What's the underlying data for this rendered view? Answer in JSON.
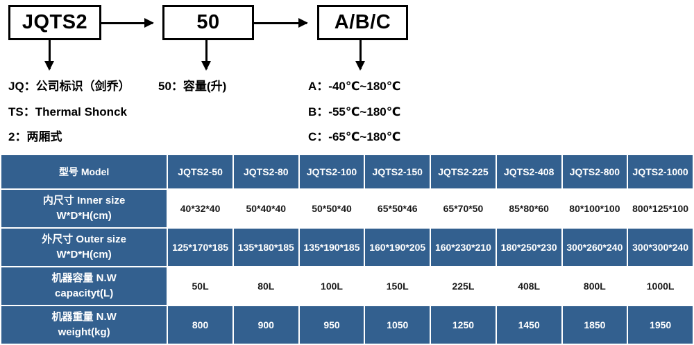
{
  "diagram": {
    "boxes": [
      {
        "name": "model-prefix",
        "label": "JQTS2"
      },
      {
        "name": "capacity",
        "label": "50"
      },
      {
        "name": "temp-grade",
        "label": "A/B/C"
      }
    ],
    "legend": {
      "jq": "JQ：公司标识（剑乔）",
      "ts": "TS：Thermal Shonck",
      "two": "2：两厢式",
      "capacity": "50：容量(升)",
      "grade_a": "A：-40℃~180℃",
      "grade_b": "B：-55℃~180℃",
      "grade_c": "C：-65℃~180℃"
    }
  },
  "table": {
    "header_label": "型号 Model",
    "models": [
      "JQTS2-50",
      "JQTS2-80",
      "JQTS2-100",
      "JQTS2-150",
      "JQTS2-225",
      "JQTS2-408",
      "JQTS2-800",
      "JQTS2-1000"
    ],
    "rows": [
      {
        "name": "inner-size",
        "label_line1": "内尺寸 Inner size",
        "label_line2": "W*D*H(cm)",
        "style": "white",
        "values": [
          "40*32*40",
          "50*40*40",
          "50*50*40",
          "65*50*46",
          "65*70*50",
          "85*80*60",
          "80*100*100",
          "800*125*100"
        ]
      },
      {
        "name": "outer-size",
        "label_line1": "外尺寸 Outer size",
        "label_line2": "W*D*H(cm)",
        "style": "blue",
        "values": [
          "125*170*185",
          "135*180*185",
          "135*190*185",
          "160*190*205",
          "160*230*210",
          "180*250*230",
          "300*260*240",
          "300*300*240"
        ]
      },
      {
        "name": "capacity",
        "label_line1": "机器容量 N.W",
        "label_line2": "capacityt(L)",
        "style": "white",
        "values": [
          "50L",
          "80L",
          "100L",
          "150L",
          "225L",
          "408L",
          "800L",
          "1000L"
        ]
      },
      {
        "name": "weight",
        "label_line1": "机器重量 N.W",
        "label_line2": "weight(kg)",
        "style": "blue",
        "values": [
          "800",
          "900",
          "950",
          "1050",
          "1250",
          "1450",
          "1850",
          "1950"
        ]
      }
    ]
  },
  "colors": {
    "table_blue": "#33608f",
    "table_text_light": "#ffffff",
    "table_text_dark": "#1a1a1a",
    "diagram_line": "#000000",
    "page_background": "#ffffff"
  }
}
